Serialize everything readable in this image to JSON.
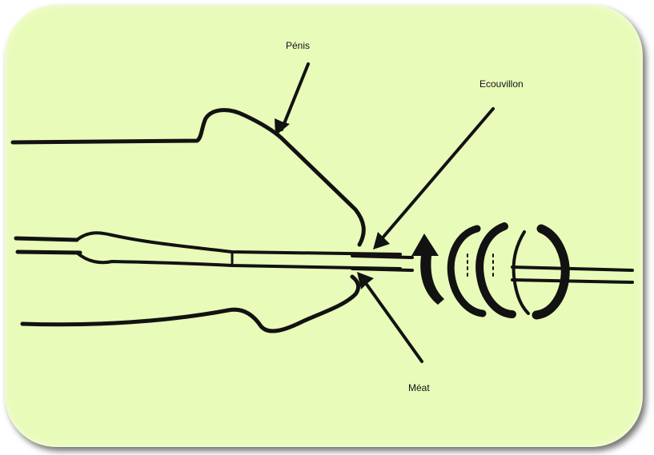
{
  "labels": {
    "penis": "Pénis",
    "swab": "Ecouvillon",
    "meatus": "Méat"
  },
  "colors": {
    "background": "#e9fbb9",
    "ink": "#121212"
  }
}
